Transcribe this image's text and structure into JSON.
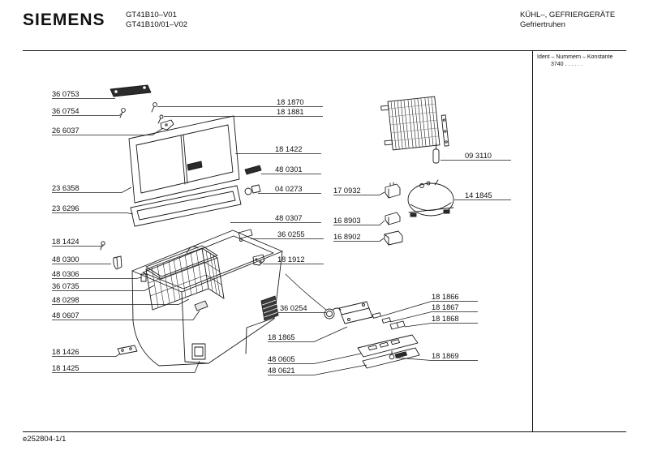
{
  "header": {
    "brand": "SIEMENS",
    "model_line1": "GT41B10–V01",
    "model_line2": "GT41B10/01–V02",
    "category_line1": "KÜHL–, GEFRIERGERÄTE",
    "category_line2": "Gefriertruhen"
  },
  "ident_panel": {
    "label": "Ident – Nummern – Konstante",
    "value": "3740 .  .  .  .  .  ."
  },
  "footer": {
    "doc_ref": "e252804-1/1"
  },
  "parts": [
    {
      "number": "36 0753"
    },
    {
      "number": "36 0754"
    },
    {
      "number": "26 6037"
    },
    {
      "number": "23 6358"
    },
    {
      "number": "23 6296"
    },
    {
      "number": "18 1424"
    },
    {
      "number": "48 0300"
    },
    {
      "number": "48 0306"
    },
    {
      "number": "36 0735"
    },
    {
      "number": "48 0298"
    },
    {
      "number": "48 0607"
    },
    {
      "number": "18 1426"
    },
    {
      "number": "18 1425"
    },
    {
      "number": "18 1870"
    },
    {
      "number": "18 1881"
    },
    {
      "number": "18 1422"
    },
    {
      "number": "48 0301"
    },
    {
      "number": "04 0273"
    },
    {
      "number": "48 0307"
    },
    {
      "number": "36 0255"
    },
    {
      "number": "18 1912"
    },
    {
      "number": "36 0254"
    },
    {
      "number": "18 1865"
    },
    {
      "number": "48 0605"
    },
    {
      "number": "48 0621"
    },
    {
      "number": "09 3110"
    },
    {
      "number": "17 0932"
    },
    {
      "number": "14 1845"
    },
    {
      "number": "16 8903"
    },
    {
      "number": "16 8902"
    },
    {
      "number": "18 1866"
    },
    {
      "number": "18 1867"
    },
    {
      "number": "18 1868"
    },
    {
      "number": "18 1869"
    }
  ]
}
